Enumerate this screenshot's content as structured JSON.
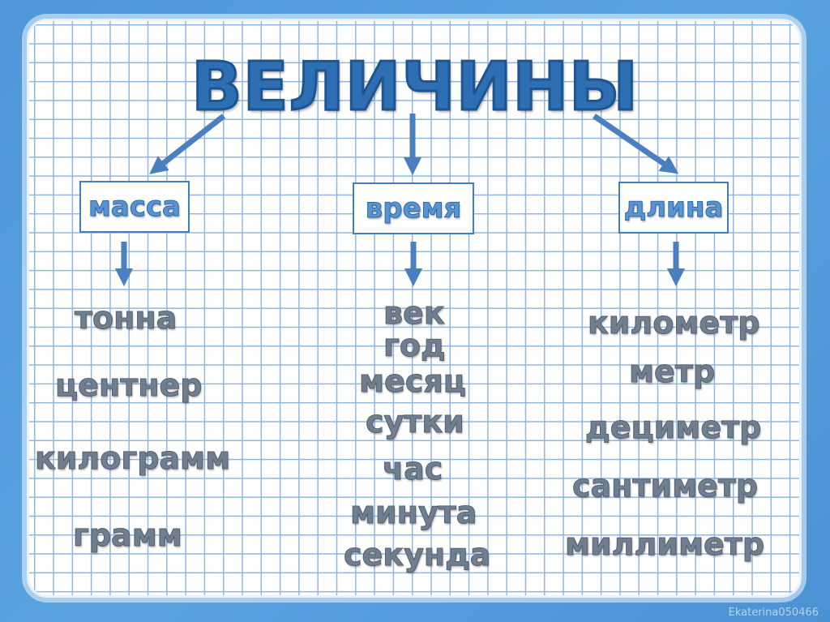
{
  "title": "ВЕЛИЧИНЫ",
  "categories": [
    {
      "label": "масса",
      "units": [
        "тонна",
        "центнер",
        "килограмм",
        "грамм"
      ]
    },
    {
      "label": "время",
      "units": [
        "век",
        "год",
        "месяц",
        "сутки",
        "час",
        "минута",
        "секунда"
      ]
    },
    {
      "label": "длина",
      "units": [
        "километр",
        "метр",
        "дециметр",
        "сантиметр",
        "миллиметр"
      ]
    }
  ],
  "watermark": "Ekaterina050466",
  "colors": {
    "background": "#4f97d8",
    "arrow": "#4a7fc0",
    "title": "#2e6fb3",
    "unit_text": "#6f7f90"
  }
}
